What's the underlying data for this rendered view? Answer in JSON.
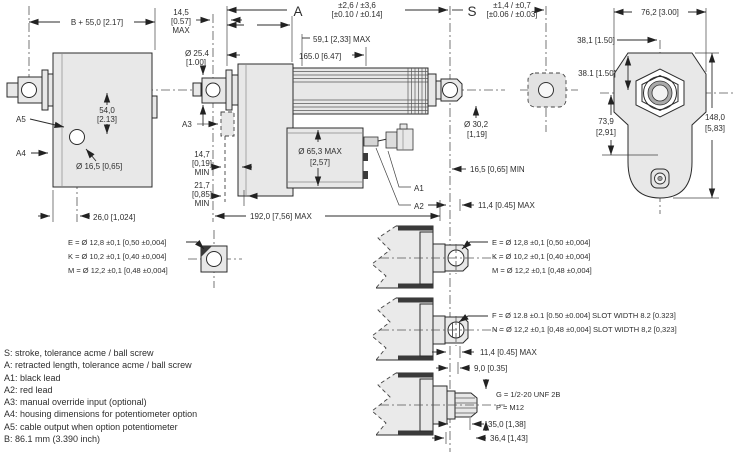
{
  "labels": {
    "a": "A",
    "s": "S",
    "b": "B",
    "a1": "A1",
    "a2": "A2",
    "a3": "A3",
    "a4": "A4",
    "a5": "A5"
  },
  "dims": {
    "b_plus_55": "B + 55,0 [2.17]",
    "max145_1": "14,5",
    "max145_2": "[0.57]",
    "max145_3": "MAX",
    "tol_a_1": "±2,6 / ±3,6",
    "tol_a_2": "[±0.10 / ±0.14]",
    "tol_s_1": "±1,4 / ±0,7",
    "tol_s_2": "[±0.06 / ±0.03]",
    "w762": "76,2 [3.00]",
    "w381_top": "38,1 [1.50]",
    "w381_side": "38.1 [1.50]",
    "l591": "59,1 [2,33] MAX",
    "l1650": "165.0 [6.47]",
    "d254_1": "Ø 25.4",
    "d254_2": "[1.00]",
    "h540_1": "54,0",
    "h540_2": "[2.13]",
    "d165_cable": "Ø 16,5 [0,65]",
    "w260": "26,0 [1,024]",
    "min147_1": "14,7",
    "min147_2": "[0,19]",
    "min147_3": "MIN",
    "min217_1": "21,7",
    "min217_2": "[0,85]",
    "min217_3": "MIN",
    "d653_1": "Ø 65,3 MAX",
    "d653_2": "[2,57]",
    "l1920": "192,0 [7,56] MAX",
    "d302_1": "Ø 30,2",
    "d302_2": "[1,19]",
    "min165": "16,5 [0,65] MIN",
    "max114": "11,4 [0.45] MAX",
    "h739_1": "73,9",
    "h739_2": "[2,91]",
    "h1480_1": "148,0",
    "h1480_2": "[5,83]",
    "l90": "9,0 [0.35]",
    "l350": "35,0 [1,38]",
    "l364": "36,4 [1,43]"
  },
  "rod_end_specs": {
    "e": "E = Ø 12,8 ±0,1 [0,50 ±0,004]",
    "k": "K = Ø 10,2 ±0,1 [0,40 ±0,004]",
    "m": "M = Ø 12,2 ±0,1 [0,48 ±0,004]",
    "f": "F = Ø 12.8 ±0.1 [0.50 ±0.004] SLOT WIDTH 8.2 [0.323]",
    "n": "N = Ø 12,2 ±0,1 [0,48 ±0,004] SLOT WIDTH 8,2 [0,323]",
    "g": "G = 1/2-20 UNF 2B",
    "p": "P = M12"
  },
  "legend": {
    "lines": [
      "S: stroke, tolerance acme / ball screw",
      "A: retracted length, tolerance acme / ball screw",
      "A1: black lead",
      "A2: red lead",
      "A3: manual override input (optional)",
      "A4: housing dimensions for potentiometer option",
      "A5: cable output when option potentiometer",
      "B: 86.1 mm (3.390 inch)"
    ]
  }
}
